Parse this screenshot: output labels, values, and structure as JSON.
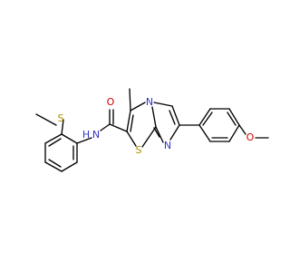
{
  "molecule": {
    "colors": {
      "bond": "#000000",
      "O": "#cc0000",
      "N": "#3333cc",
      "S": "#a89000"
    },
    "atom_labels": {
      "s_methylthio": "S",
      "o_carbonyl": "O",
      "n_amide": "N",
      "h_amide": "H",
      "n_bridgehead": "N",
      "s_thiazole": "S",
      "n_imidazole": "N",
      "o_methoxy": "O"
    }
  }
}
